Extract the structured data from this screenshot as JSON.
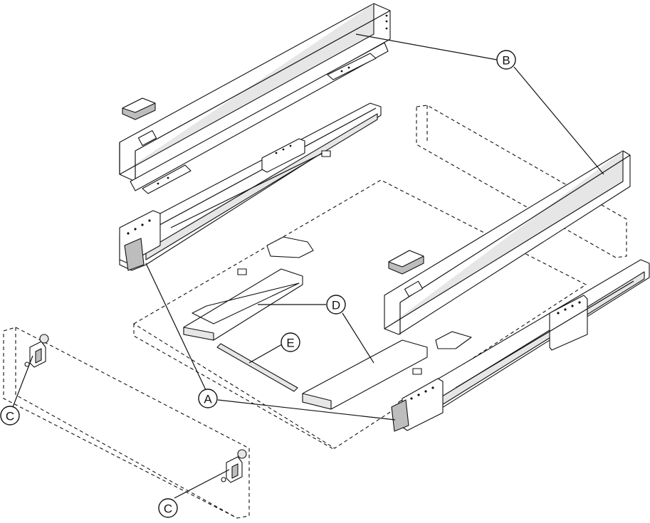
{
  "callouts": {
    "a": "A",
    "b": "B",
    "c_upper": "C",
    "c_lower": "C",
    "d": "D",
    "e": "E"
  }
}
